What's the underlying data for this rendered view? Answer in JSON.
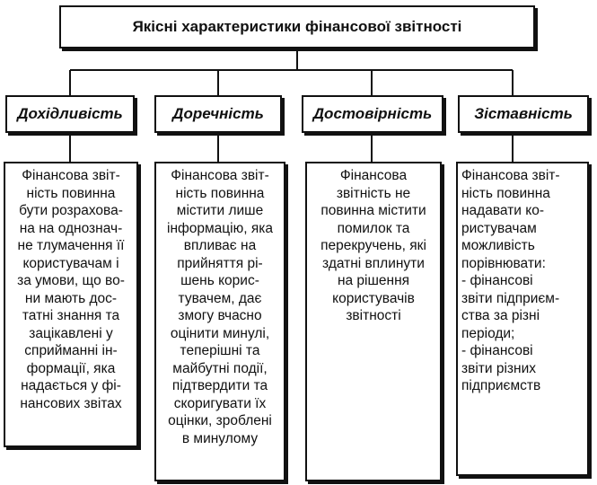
{
  "title": "Якісні характеристики фінансової звітності",
  "characteristics": [
    {
      "name": "Дохідливість",
      "description": "Фінансова звіт-\nність повинна\nбути розрахова-\nна на однознач-\nне тлумачення її\nкористувачам і\nза умови, що во-\nни мають дос-\nтатні знання та\nзацікавлені у\nсприйманні ін-\nформації, яка\nнадається у фі-\nнансових звітах"
    },
    {
      "name": "Доречність",
      "description": "Фінансова звіт-\nність повинна\nмістити лише\nінформацію, яка\nвпливає на\nприйняття рі-\nшень корис-\nтувачем, дає\nзмогу вчасно\nоцінити минулі,\nтеперішні та\nмайбутні події,\nпідтвердити та\nскоригувати їх\nоцінки, зроблені\nв минулому"
    },
    {
      "name": "Достовірність",
      "description": "Фінансова\nзвітність не\nповинна містити\nпомилок та\nперекручень, які\nздатні вплинути\nна рішення\nкористувачів\nзвітності"
    },
    {
      "name": "Зіставність",
      "description": "Фінансова звіт-\nність повинна\nнадавати ко-\nристувачам\nможливість\nпорівнювати:\n-   фінансові\nзвіти підприєм-\nства за різні\nперіоди;\n-   фінансові\nзвіти різних\nпідприємств"
    }
  ]
}
